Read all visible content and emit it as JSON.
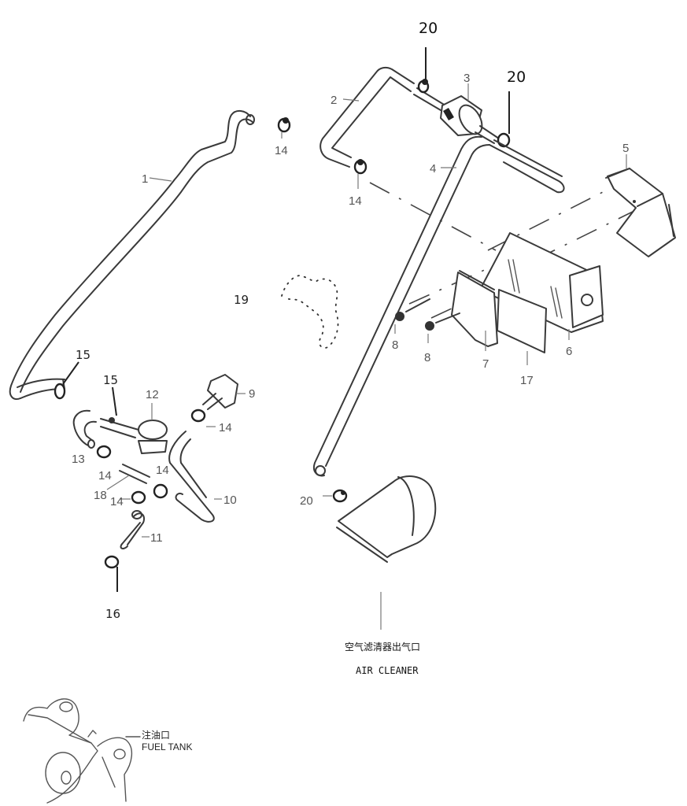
{
  "diagram": {
    "title": "Evaporative emission hose routing — exploded parts view",
    "callouts": {
      "p1": "1",
      "p2": "2",
      "p3": "3",
      "p4": "4",
      "p5": "5",
      "p6": "6",
      "p7": "7",
      "p8a": "8",
      "p8b": "8",
      "p9": "9",
      "p10": "10",
      "p11": "11",
      "p12": "12",
      "p13": "13",
      "p14a": "14",
      "p14b": "14",
      "p14c": "14",
      "p14d": "14",
      "p14e": "14",
      "p14f": "14",
      "p15a": "15",
      "p15b": "15",
      "p16": "16",
      "p17": "17",
      "p18": "18",
      "p19": "19",
      "p20a": "20",
      "p20b": "20",
      "p20c": "20"
    },
    "captions": {
      "air_cleaner_cn": "空气滤清器出气口",
      "air_cleaner_en": "AIR CLEANER",
      "fuel_tank_cn": "注油口",
      "fuel_tank_en": "FUEL TANK"
    }
  }
}
